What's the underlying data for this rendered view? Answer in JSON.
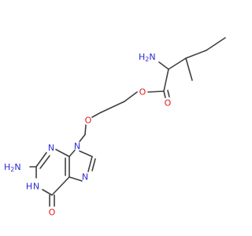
{
  "colors": {
    "bond": "#404040",
    "nitrogen": "#2a2ad6",
    "oxygen": "#e01b1b"
  },
  "labels": {
    "nh2_top": "NH2",
    "nh2_top_h": "H",
    "nh2_top_n": "N",
    "nh2_top_sub": "2",
    "o_ester": "O",
    "o_carbonyl": "O",
    "o_ether": "O",
    "n9": "N",
    "n3": "N",
    "n7": "N",
    "nh2_left_h": "H",
    "nh2_left_n": "N",
    "nh2_left_sub": "2",
    "n1_h": "H",
    "n1_n": "N",
    "o_keto": "O"
  }
}
